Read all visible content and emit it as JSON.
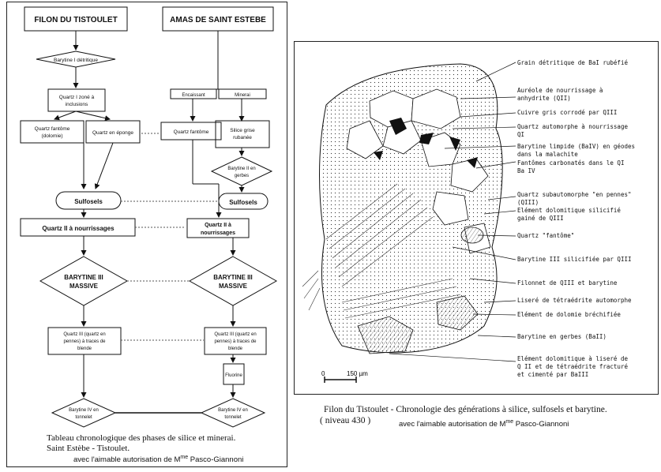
{
  "left_panel": {
    "headers": {
      "left": "FILON DU TISTOULET",
      "right": "AMAS DE SAINT ESTEBE"
    },
    "nodes": {
      "barytine_detritique": "Barytine I détritique",
      "quartz_zone_1": "Quartz I zoné à",
      "quartz_zone_2": "inclusions",
      "quartz_fantome_dol_1": "Quartz fantôme",
      "quartz_fantome_dol_2": "(dolomie)",
      "quartz_eponge": "Quartz en éponge",
      "encaissant": "Encaissant",
      "minerai": "Minerai",
      "quartz_fantome": "Quartz fantôme",
      "silice_grise_1": "Silice grise",
      "silice_grise_2": "rubanée",
      "barytine_gerbes_1": "Barytine II en",
      "barytine_gerbes_2": "gerbes",
      "sulfosels_left": "Sulfosels",
      "sulfosels_right": "Sulfosels",
      "quartz2_left": "Quartz II à nourrissages",
      "quartz2_right_1": "Quartz II à",
      "quartz2_right_2": "nourrissages",
      "barytine3_left_1": "BARYTINE III",
      "barytine3_left_2": "MASSIVE",
      "barytine3_right_1": "BARYTINE III",
      "barytine3_right_2": "MASSIVE",
      "quartz3_left_1": "Quartz III (quartz en",
      "quartz3_left_2": "pennes) à traces de",
      "quartz3_left_3": "blende",
      "quartz3_right_1": "Quartz III (quartz en",
      "quartz3_right_2": "pennes) à traces de",
      "quartz3_right_3": "blende",
      "fluorine": "Fluorine",
      "barytine4_left_1": "Barytine IV en",
      "barytine4_left_2": "tonnelet",
      "barytine4_right_1": "Barytine IV en",
      "barytine4_right_2": "tonnelet"
    },
    "caption_1": "Tableau chronologique des phases de silice et minerai.",
    "caption_2": "Saint Estèbe - Tistoulet.",
    "credit_prefix": "avec l'aimable autorisation de M",
    "credit_sup": "me",
    "credit_name": " Pasco-Giannoni"
  },
  "right_panel": {
    "labels": [
      "Grain détritique de BaI rubéfié",
      "Auréole de nourrissage à",
      "anhydrite (QII)",
      "Cuivre gris corrodé par QIII",
      "Quartz automorphe à nourrissage",
      "QI",
      "Barytine limpide (BaIV) en géodes",
      "dans la malachite",
      "Fantômes carbonatés dans le QI",
      "Ba IV",
      "Quartz subautomorphe \"en pennes\"",
      "(QIII)",
      "Elément dolomitique silicifié",
      "gainé de QIII",
      "Quartz \"fantôme\"",
      "Barytine III silicifiée par QIII",
      "Filonnet de QIII et barytine",
      "Liseré de tétraédrite automorphe",
      "Elément de dolomie bréchifiée",
      "Barytine en gerbes (BaII)",
      "Elément dolomitique à liseré de",
      "Q II et de tétraédrite fracturé",
      "et cimenté par BaIII"
    ],
    "scale_zero": "0",
    "scale_value": "150 µm",
    "caption_1": "Filon du Tistoulet - Chronologie des générations à silice, sulfosels et barytine.",
    "caption_2": "( niveau 430 )",
    "credit_prefix": "avec l'aimable autorisation de M",
    "credit_sup": "me",
    "credit_name": " Pasco-Giannoni"
  }
}
